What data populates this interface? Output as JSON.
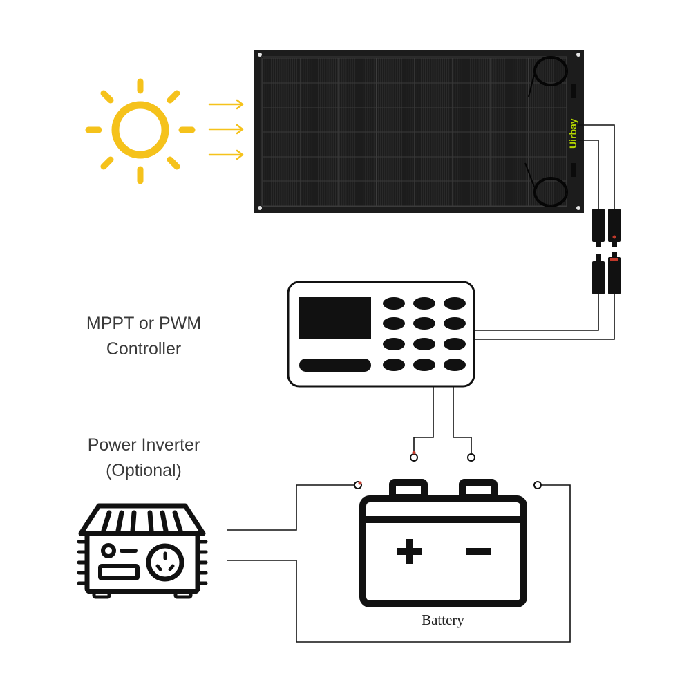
{
  "labels": {
    "controller_line1": "MPPT or PWM",
    "controller_line2": "Controller",
    "inverter_line1": "Power Inverter",
    "inverter_line2": "(Optional)",
    "battery": "Battery",
    "panel_brand": "Uirbay"
  },
  "icons": {
    "sun": "sun-icon",
    "arrows": "sunlight-arrow-icon",
    "panel": "solar-panel",
    "controller": "charge-controller-icon",
    "battery": "battery-icon",
    "inverter": "power-inverter-icon"
  },
  "colors": {
    "sun": "#f5c21b",
    "panel": "#1c1c1c",
    "brand_text": "#b5d600",
    "line": "#111111",
    "positive_terminal": "#c0392b"
  }
}
